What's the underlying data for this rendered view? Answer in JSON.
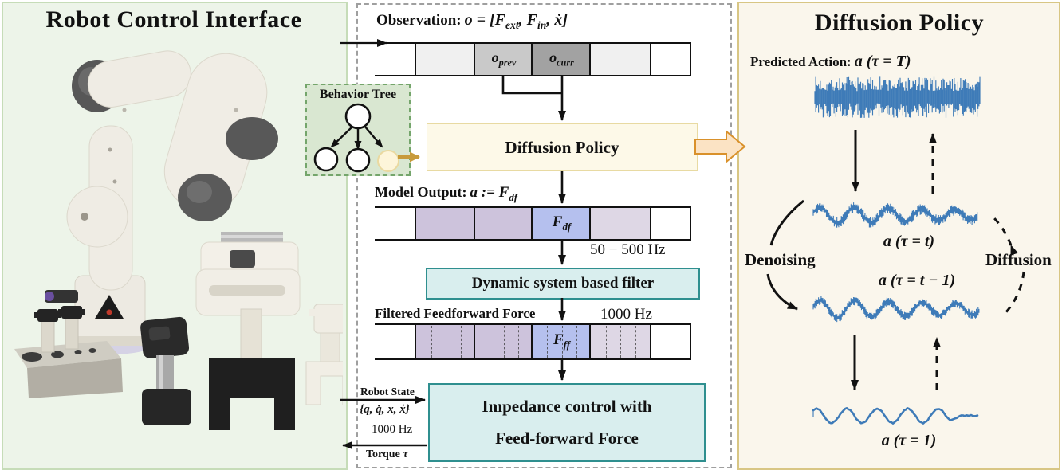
{
  "figure": {
    "left_panel": {
      "title": "Robot Control Interface"
    },
    "behavior_tree": {
      "title": "Behavior Tree"
    },
    "pipeline": {
      "observation_label": "Observation:",
      "observation_formula": "o = [F<sub>ext</sub>, F<sub>in</sub>, ẋ]",
      "obs_cells": {
        "prev": "o<sub>prev</sub>",
        "curr": "o<sub>curr</sub>"
      },
      "diffusion_policy_box": "Diffusion Policy",
      "model_output_label": "Model Output:",
      "model_output_formula": "a := F<sub>df</sub>",
      "fdf_cell": "F<sub>df</sub>",
      "filter_rate": "50 − 500 Hz",
      "filter_box": "Dynamic system based filter",
      "filtered_force_label": "Filtered Feedforward Force",
      "ff_rate": "1000 Hz",
      "fff_cell": "F<sub>ff</sub>",
      "impedance_box_line1": "Impedance control with",
      "impedance_box_line2": "Feed-forward Force",
      "robot_state_label": "Robot State",
      "robot_state_vars": "{q, q̇, x, ẋ}",
      "state_rate": "1000 Hz",
      "torque_label": "Torque <i>τ</i>"
    },
    "diffusion_panel": {
      "title": "Diffusion Policy",
      "predicted_action_label": "Predicted Action:",
      "predicted_action_formula": "a (τ = T)",
      "wave_t_label": "a (τ = t)",
      "wave_t_minus_1_label": "a (τ = t − 1)",
      "wave_1_label": "a (τ = 1)",
      "denoising_label": "Denoising",
      "diffusion_label": "Diffusion"
    }
  },
  "colors": {
    "wave_blue": "#3e7bb8",
    "teal_box_bg": "#d9eeee",
    "teal_box_border": "#2f8f8f",
    "cream_box_bg": "#fdf9e8",
    "cream_box_border": "#e8daa2",
    "big_arrow_fill": "#fbe3c4",
    "big_arrow_border": "#d9912b",
    "gold_arrow": "#c89b3c",
    "cell_light": "#f0f0f0",
    "cell_prev": "#c9c9c9",
    "cell_curr": "#a2a2a2",
    "cell_purple": "#cdc3dc",
    "cell_blue": "#b5c0ee",
    "cell_lavender": "#ded7e5",
    "left_panel_bg": "#edf4e9",
    "left_panel_border": "#c6dcb8",
    "right_panel_bg": "#faf6ec",
    "right_panel_border": "#d8c684",
    "behavior_tree_bg": "#d9e7d1",
    "behavior_tree_border": "#74a56b",
    "tree_leaf_cream": "#fdf5da"
  },
  "waves": {
    "predicted": {
      "type": "noise",
      "noise": 26,
      "seed": 7
    },
    "tau_t": {
      "type": "sine_noise",
      "cycles": 5,
      "amp": 8,
      "noise": 7,
      "seed": 13
    },
    "tau_t_minus_1": {
      "type": "sine_noise",
      "cycles": 5,
      "amp": 9,
      "noise": 6,
      "seed": 21
    },
    "tau_1": {
      "type": "sine",
      "cycles": 5.5,
      "amp": 9,
      "noise": 0.7,
      "seed": 5
    }
  }
}
